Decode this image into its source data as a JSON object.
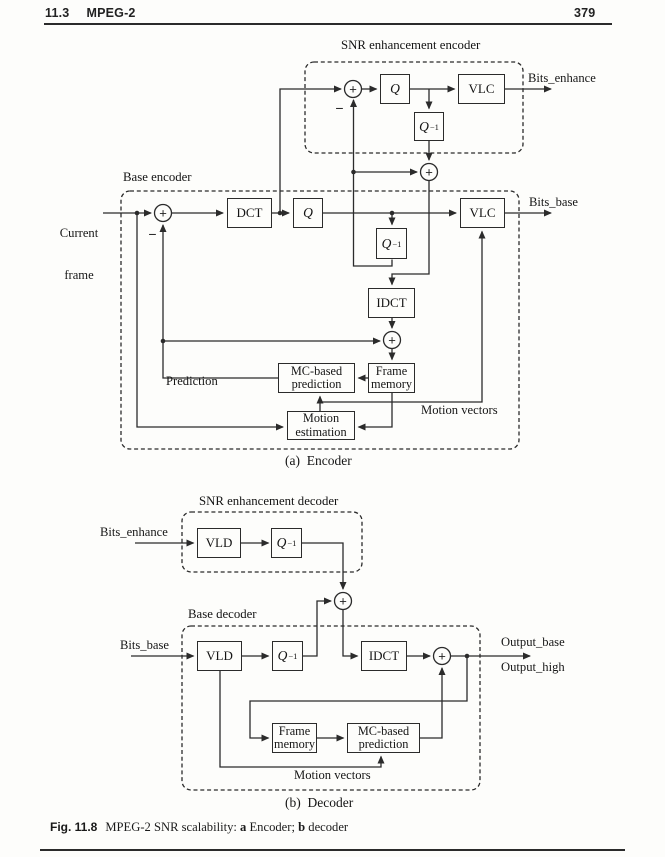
{
  "header": {
    "section": "11.3",
    "title": "MPEG-2",
    "page_number": "379"
  },
  "symbols": {
    "plus": "+",
    "minus": "−",
    "sup_minus_one": "−1"
  },
  "blocks": {
    "dct": "DCT",
    "idct": "IDCT",
    "q": "Q",
    "vlc": "VLC",
    "vld": "VLD",
    "mc_line1": "MC-based",
    "mc_line2": "prediction",
    "fm_line1": "Frame",
    "fm_line2": "memory",
    "me_line1": "Motion",
    "me_line2": "estimation"
  },
  "encoder": {
    "snr_title": "SNR enhancement encoder",
    "base_title": "Base encoder",
    "input_line1": "Current",
    "input_line2": "frame",
    "bits_enhance": "Bits_enhance",
    "bits_base": "Bits_base",
    "prediction": "Prediction",
    "motion_vectors": "Motion vectors",
    "sublabel": "(a)  Encoder"
  },
  "decoder": {
    "snr_title": "SNR enhancement decoder",
    "base_title": "Base decoder",
    "bits_enhance": "Bits_enhance",
    "bits_base": "Bits_base",
    "output_base": "Output_base",
    "output_high": "Output_high",
    "motion_vectors": "Motion vectors",
    "sublabel": "(b)  Decoder"
  },
  "caption": {
    "fig": "Fig. 11.8",
    "text1": "MPEG-2 SNR scalability: ",
    "a": "a",
    "text2": " Encoder; ",
    "b": "b",
    "text3": " decoder"
  },
  "colors": {
    "ink": "#1b1b1b",
    "stroke": "#2b2b2b"
  }
}
